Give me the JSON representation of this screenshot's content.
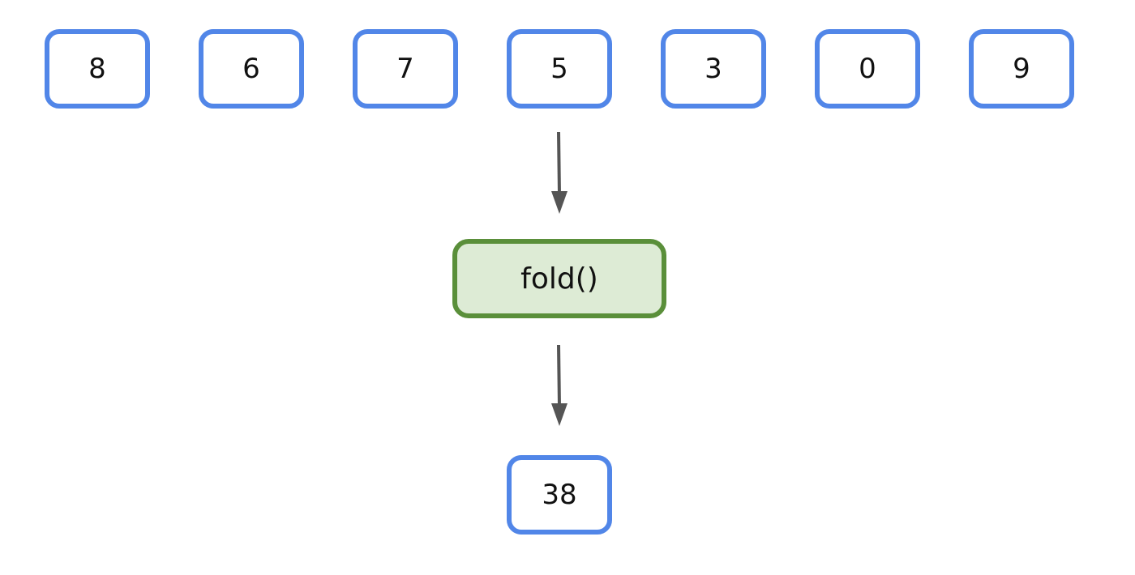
{
  "input_items": [
    "8",
    "6",
    "7",
    "5",
    "3",
    "0",
    "9"
  ],
  "fold_label": "fold()",
  "result": "38",
  "colors": {
    "item_border": "#5186E8",
    "fold_border": "#5A8F3A",
    "fold_fill": "#DDEBD5",
    "arrow": "#555555"
  }
}
